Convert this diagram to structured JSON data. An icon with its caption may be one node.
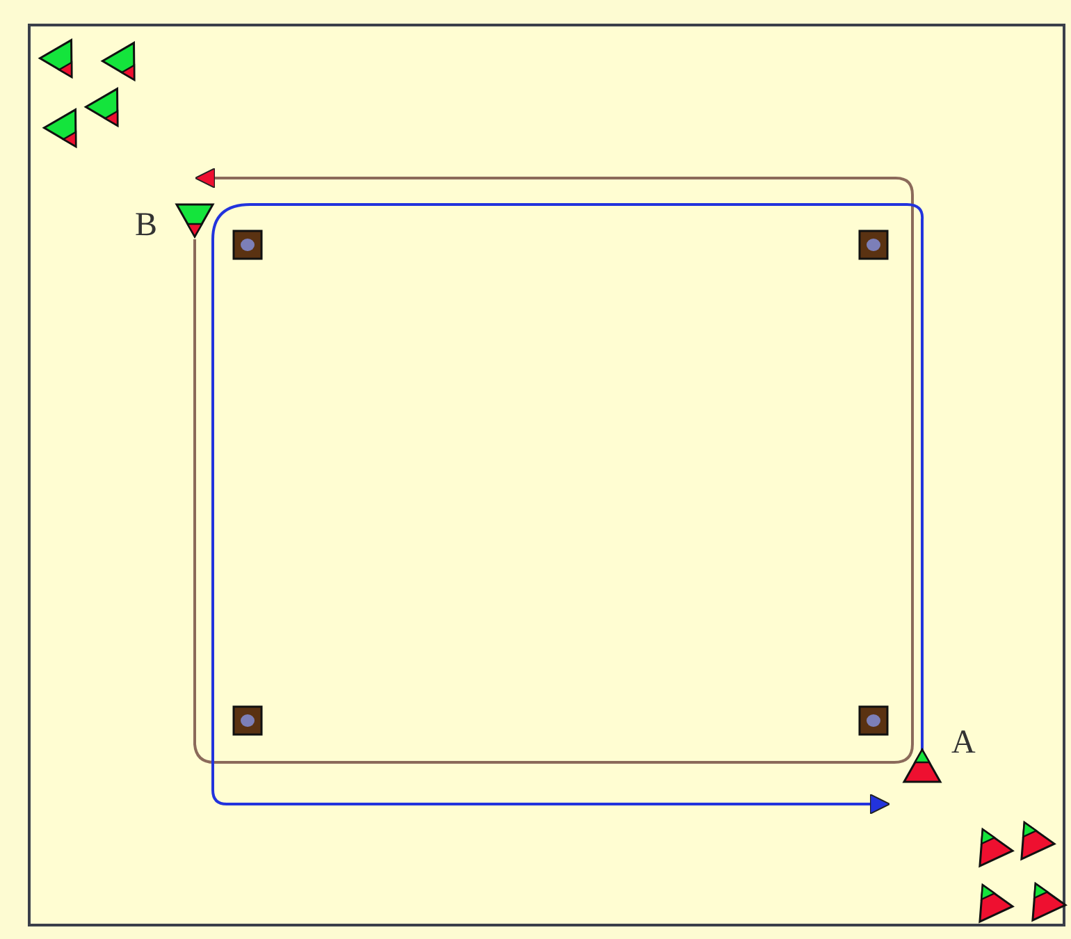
{
  "diagram": {
    "nodes": [
      {
        "text": [
          "B"
        ]
      },
      {
        "text": [
          "A"
        ]
      }
    ],
    "edges": [
      {
        "from": 0,
        "to": null,
        "arrow": "to",
        "color": "#8b6a5a"
      },
      {
        "from": 1,
        "to": null,
        "arrow": "to",
        "color": "#2233dd"
      }
    ]
  }
}
